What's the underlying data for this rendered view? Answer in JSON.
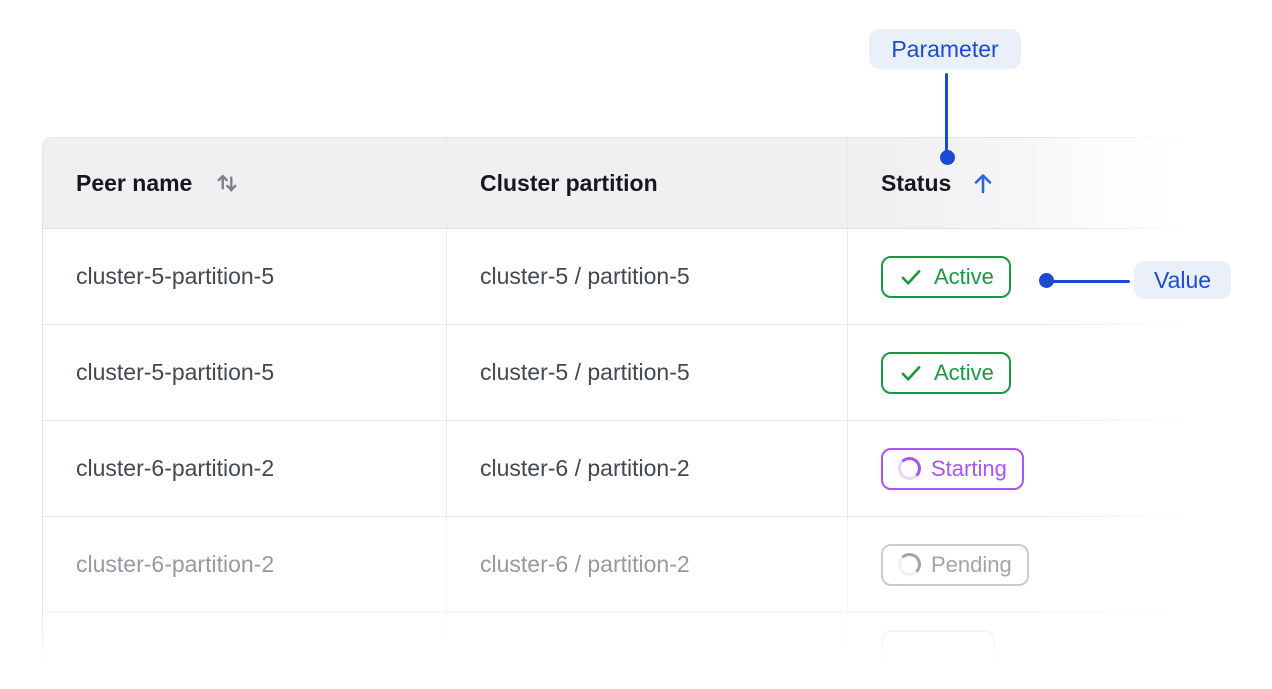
{
  "annotations": {
    "parameter_chip": {
      "label": "Parameter"
    },
    "value_chip": {
      "label": "Value"
    },
    "chip_bg_color": "#eaf0fa",
    "chip_text_color": "#1b4bd6",
    "connector_color": "#1b4bd6"
  },
  "table": {
    "header": {
      "peer_name": {
        "label": "Peer name",
        "sort_icon": "sort-both-icon",
        "sort_icon_color": "#7b7e87"
      },
      "cluster_partition": {
        "label": "Cluster partition"
      },
      "status": {
        "label": "Status",
        "sort_icon": "sort-ascending-icon",
        "sort_icon_color": "#2c63ec"
      }
    },
    "rows": [
      {
        "peer_name": "cluster-5-partition-5",
        "cluster_partition": "cluster-5 / partition-5",
        "status": {
          "label": "Active",
          "state": "active"
        }
      },
      {
        "peer_name": "cluster-5-partition-5",
        "cluster_partition": "cluster-5 / partition-5",
        "status": {
          "label": "Active",
          "state": "active"
        }
      },
      {
        "peer_name": "cluster-6-partition-2",
        "cluster_partition": "cluster-6 / partition-2",
        "status": {
          "label": "Starting",
          "state": "starting"
        }
      },
      {
        "peer_name": "cluster-6-partition-2",
        "cluster_partition": "cluster-6 / partition-2",
        "status": {
          "label": "Pending",
          "state": "pending"
        }
      },
      {
        "peer_name": "",
        "cluster_partition": "",
        "status": {
          "label": "",
          "state": "empty"
        }
      }
    ],
    "status_colors": {
      "active": "#189a44",
      "starting": "#a854f6",
      "pending": "#9ca3af"
    },
    "header_bg_color": "#f0f0f2",
    "row_text_color": "#424752"
  }
}
